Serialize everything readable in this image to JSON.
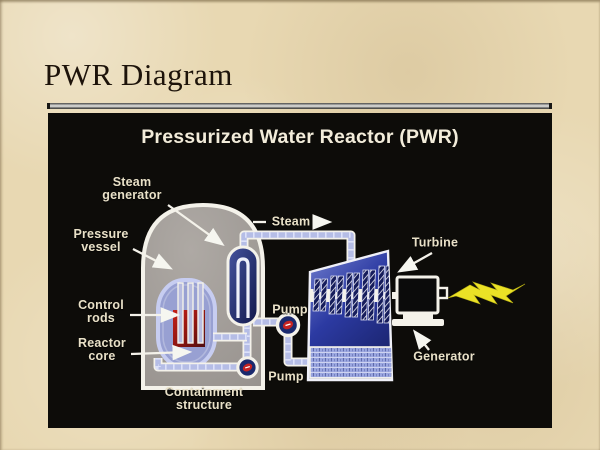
{
  "slide": {
    "title": "PWR Diagram"
  },
  "diagram": {
    "title": "Pressurized Water Reactor (PWR)",
    "labels": {
      "steam_generator": "Steam\ngenerator",
      "pressure_vessel": "Pressure\nvessel",
      "control_rods": "Control\nrods",
      "reactor_core": "Reactor\ncore",
      "containment_structure": "Containment\nstructure",
      "steam_flow": "Steam",
      "pump_secondary": "Pump",
      "pump_primary": "Pump",
      "turbine": "Turbine",
      "generator": "Generator"
    },
    "colors": {
      "panel_bg": "#0d0c09",
      "panel_title": "#f2ecda",
      "label_text": "#e9e1c8",
      "outline_white": "#f4f2ea",
      "containment_fill": "#a29d98",
      "vessel_fill": "#98a0d2",
      "vessel_outline": "#c7cdf1",
      "core_red": "#b6211a",
      "steam_generator_navy": "#1c2a74",
      "pipe_fill": "#b5bde6",
      "turbine_blue": "#3c4aae",
      "water_blue": "#9aa6e0",
      "generator_black": "#0b0b0b",
      "lightning_yellow": "#ebe226",
      "pump_red": "#c52322"
    }
  }
}
